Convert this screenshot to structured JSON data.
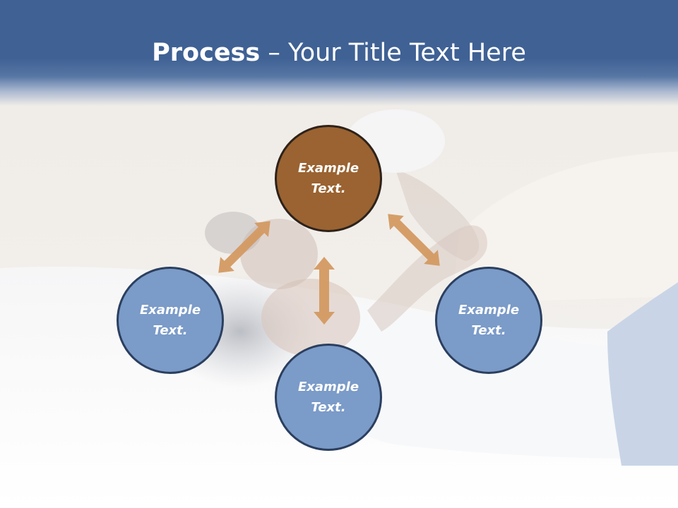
{
  "title": {
    "bold": "Process",
    "rest": " – Your Title Text Here"
  },
  "nodes": {
    "top": "Example Text.",
    "left": "Example Text.",
    "right": "Example Text.",
    "bottom": "Example Text."
  },
  "colors": {
    "title_band": "#3f6194",
    "node_blue": "#7b9bc8",
    "node_brown": "#9a6331",
    "arrow": "#d49a63"
  }
}
